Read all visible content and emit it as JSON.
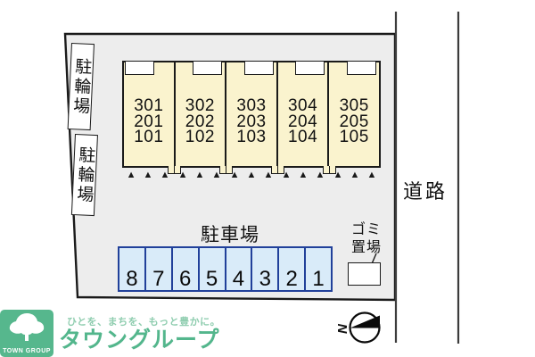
{
  "colors": {
    "plot_fill": "#ededed",
    "outline": "#1a1a1a",
    "building_fill": "#faf3ce",
    "parking_fill": "#d9ebf9",
    "parking_border": "#21409a",
    "brand_green": "#56b78d",
    "tagline_green": "#8fcdaf"
  },
  "plan": {
    "bicycle_parking": {
      "box1_label": "駐輪場",
      "box2_label": "駐輪場"
    },
    "building": {
      "units": [
        {
          "rooms": "301\n201\n101"
        },
        {
          "rooms": "302\n202\n102"
        },
        {
          "rooms": "303\n203\n103"
        },
        {
          "rooms": "304\n204\n104"
        },
        {
          "rooms": "305\n205\n105"
        }
      ],
      "entrance_markers": "▲ ▲ ▲"
    },
    "parking": {
      "label": "駐車場",
      "stalls": [
        "8",
        "7",
        "6",
        "5",
        "4",
        "3",
        "2",
        "1"
      ]
    },
    "garbage": {
      "label": "ゴミ\n置場"
    },
    "road": {
      "label": "道路"
    },
    "compass": {
      "north_label": "N"
    }
  },
  "footer": {
    "tagline": "ひとを、まちを、もっと豊かに。",
    "brand": "タウングループ",
    "logo_caption": "TOWN GROUP"
  }
}
